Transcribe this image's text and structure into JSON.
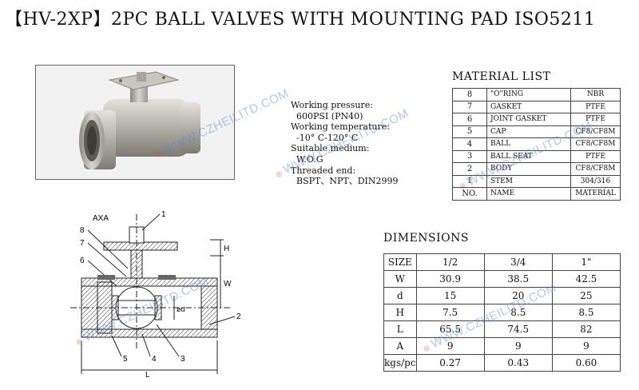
{
  "title": "【HV-2XP】2PC BALL VALVES WITH MOUNTING PAD ISO5211",
  "specs": {
    "pressure_label": "Working pressure:",
    "pressure_value": "600PSI (PN40)",
    "temp_label": "Working temperature:",
    "temp_value": "-10° C-120° C",
    "medium_label": "Suitable medium:",
    "medium_value": "W.O.G",
    "thread_label": "Threaded end:",
    "thread_value": "BSPT、NPT、DIN2999"
  },
  "material_list": {
    "title": "MATERIAL LIST",
    "rows": [
      {
        "no": "8",
        "name": "\"O\"RING",
        "material": "NBR"
      },
      {
        "no": "7",
        "name": "GASKET",
        "material": "PTFE"
      },
      {
        "no": "6",
        "name": "JOINT GASKET",
        "material": "PTFE"
      },
      {
        "no": "5",
        "name": "CAP",
        "material": "CF8/CF8M"
      },
      {
        "no": "4",
        "name": "BALL",
        "material": "CF8/CF8M"
      },
      {
        "no": "3",
        "name": "BALL SEAT",
        "material": "PTFE"
      },
      {
        "no": "2",
        "name": "BODY",
        "material": "CF8/CF8M"
      },
      {
        "no": "1",
        "name": "STEM",
        "material": "304/316"
      }
    ],
    "header": {
      "no": "NO.",
      "name": "NAME",
      "material": "MATERIAL"
    }
  },
  "dimensions": {
    "title": "DIMENSIONS",
    "columns": [
      "SIZE",
      "1/2",
      "3/4",
      "1\""
    ],
    "rows": [
      [
        "W",
        "30.9",
        "38.5",
        "42.5"
      ],
      [
        "d",
        "15",
        "20",
        "25"
      ],
      [
        "H",
        "7.5",
        "8.5",
        "8.5"
      ],
      [
        "L",
        "65.5",
        "74.5",
        "82"
      ],
      [
        "A",
        "9",
        "9",
        "9"
      ],
      [
        "kgs/pc",
        "0.27",
        "0.43",
        "0.60"
      ]
    ]
  },
  "drawing_labels": {
    "axa": "AXA",
    "n1": "1",
    "n2": "2",
    "n3": "3",
    "n4": "4",
    "n5": "5",
    "n6": "6",
    "n7": "7",
    "n8": "8",
    "h": "H",
    "w": "W",
    "l": "L",
    "od": "ød"
  },
  "watermark": "WWW.CZHEILITD.COM"
}
